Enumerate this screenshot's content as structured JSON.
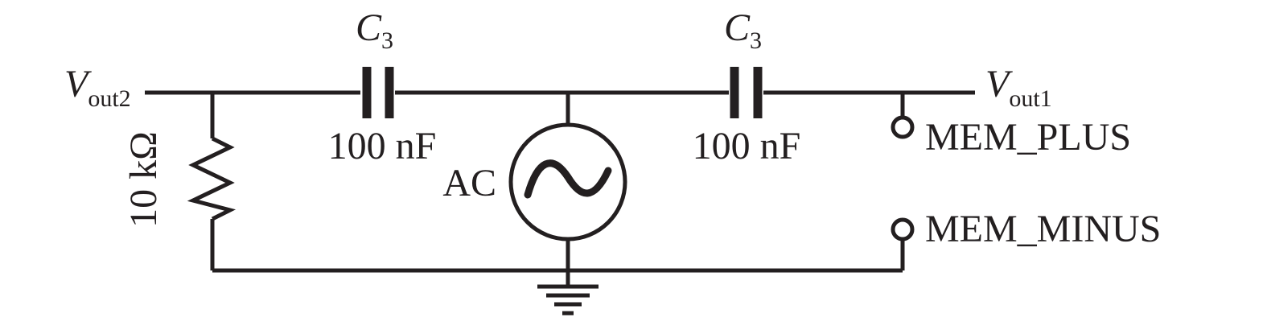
{
  "diagram": {
    "labels": {
      "vout2_main": "V",
      "vout2_sub": "out2",
      "vout1_main": "V",
      "vout1_sub": "out1",
      "c3_left_main": "C",
      "c3_left_sub": "3",
      "c3_right_main": "C",
      "c3_right_sub": "3",
      "cap_left_value": "100 nF",
      "cap_right_value": "100 nF",
      "resistor_value": "10 kΩ",
      "source_label": "AC",
      "mem_plus": "MEM_PLUS",
      "mem_minus": "MEM_MINUS"
    },
    "components": {
      "resistor_icon": "resistor-zigzag",
      "capacitor_icon": "capacitor",
      "source_icon": "ac-source-sine",
      "ground_icon": "ground",
      "terminal_icon": "open-terminal"
    },
    "colors": {
      "line": "#231f20",
      "background": "#ffffff"
    }
  }
}
